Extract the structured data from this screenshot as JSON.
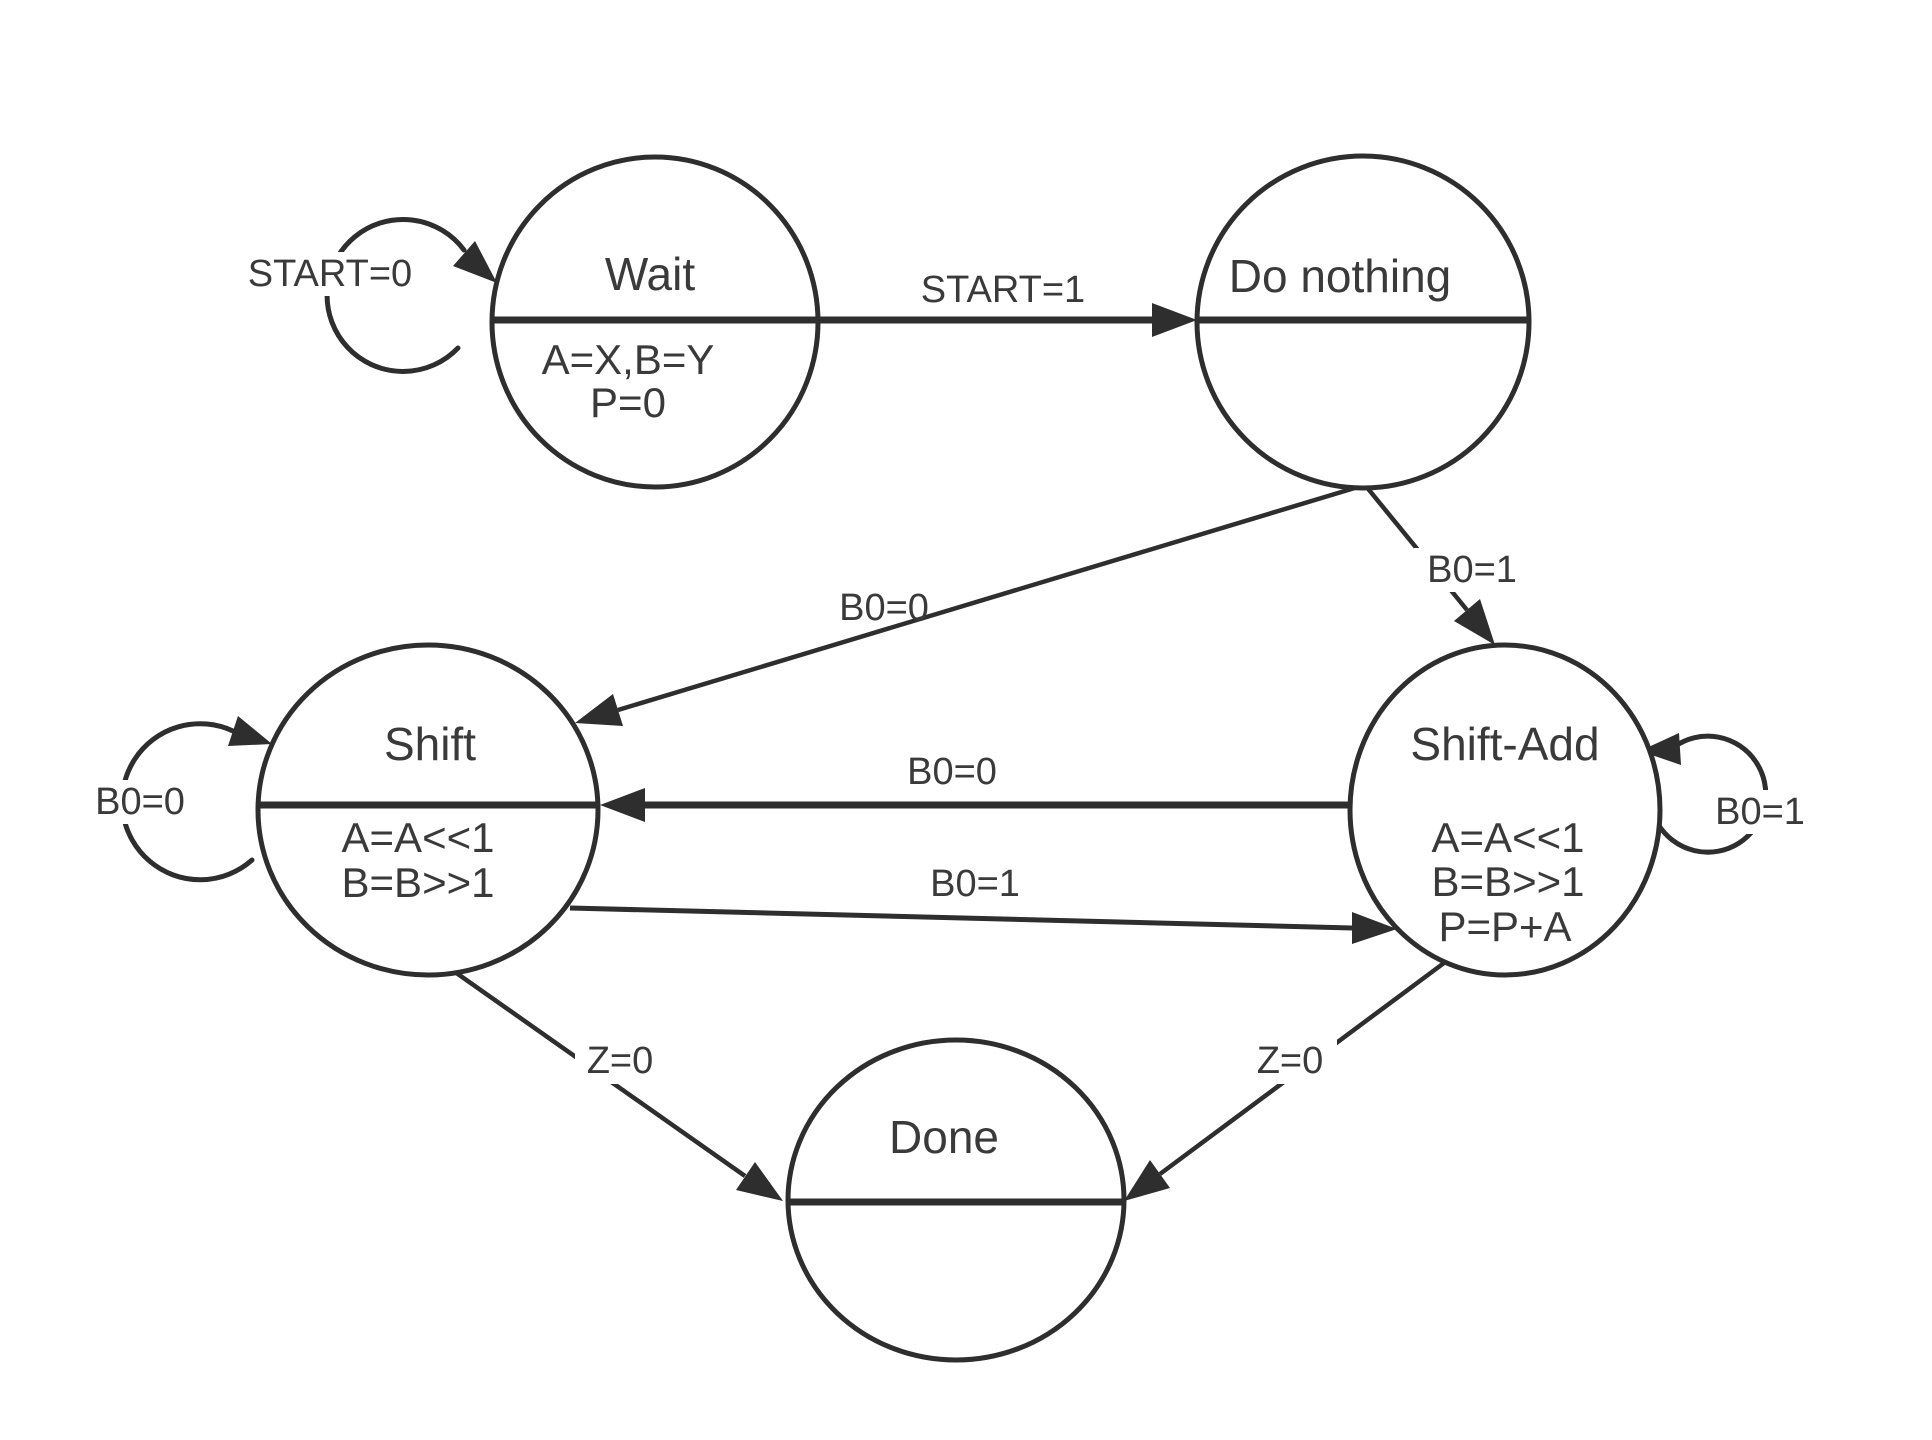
{
  "diagram": {
    "type": "state-machine",
    "colors": {
      "background": "#ffffff",
      "stroke": "#2e2e2e",
      "text": "#3a3a3a"
    },
    "states": {
      "wait": {
        "name": "Wait",
        "actions": [
          "A=X,B=Y",
          "P=0"
        ]
      },
      "do_nothing": {
        "name": "Do nothing",
        "actions": []
      },
      "shift": {
        "name": "Shift",
        "actions": [
          "A=A<<1",
          "B=B>>1"
        ]
      },
      "shift_add": {
        "name": "Shift-Add",
        "actions": [
          "A=A<<1",
          "B=B>>1",
          "P=P+A"
        ]
      },
      "done": {
        "name": "Done",
        "actions": []
      }
    },
    "transitions": {
      "wait_self": {
        "from": "Wait",
        "to": "Wait",
        "label": "START=0"
      },
      "wait_to_do_nothing": {
        "from": "Wait",
        "to": "Do nothing",
        "label": "START=1"
      },
      "do_nothing_to_shift": {
        "from": "Do nothing",
        "to": "Shift",
        "label": "B0=0"
      },
      "do_nothing_to_shift_add": {
        "from": "Do nothing",
        "to": "Shift-Add",
        "label": "B0=1"
      },
      "shift_self": {
        "from": "Shift",
        "to": "Shift",
        "label": "B0=0"
      },
      "shift_add_to_shift": {
        "from": "Shift-Add",
        "to": "Shift",
        "label": "B0=0"
      },
      "shift_to_shift_add": {
        "from": "Shift",
        "to": "Shift-Add",
        "label": "B0=1"
      },
      "shift_add_self": {
        "from": "Shift-Add",
        "to": "Shift-Add",
        "label": "B0=1"
      },
      "shift_to_done": {
        "from": "Shift",
        "to": "Done",
        "label": "Z=0"
      },
      "shift_add_to_done": {
        "from": "Shift-Add",
        "to": "Done",
        "label": "Z=0"
      }
    }
  }
}
